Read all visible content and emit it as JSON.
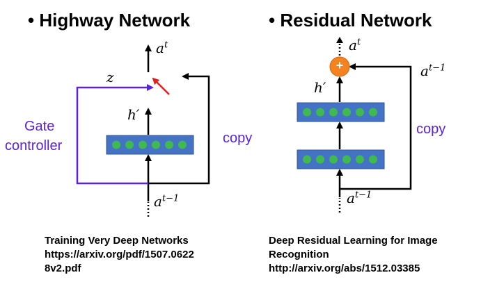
{
  "left": {
    "title": "• Highway Network",
    "z_label": "z",
    "h_label": "h′",
    "a_top": "a",
    "a_top_sup": "t",
    "a_bottom": "a",
    "a_bottom_sup": "t−1",
    "gate_label_1": "Gate",
    "gate_label_2": "controller",
    "copy_label": "copy",
    "ref_line1": "Training Very Deep Networks",
    "ref_line2": "https://arxiv.org/pdf/1507.0622",
    "ref_line3": "8v2.pdf"
  },
  "right": {
    "title": "• Residual Network",
    "h_label": "h′",
    "a_top": "a",
    "a_top_sup": "t",
    "a_right": "a",
    "a_right_sup": "t−1",
    "a_bottom": "a",
    "a_bottom_sup": "t−1",
    "plus_symbol": "+",
    "copy_label": "copy",
    "ref_line1": "Deep Residual Learning for Image",
    "ref_line2": "Recognition",
    "ref_line3": "http://arxiv.org/abs/1512.03385"
  },
  "colors": {
    "layer_fill": "#4472c4",
    "node_fill": "#3fb950",
    "gate_line": "#5b21e0",
    "switch": "#e02020",
    "plus_fill": "#f58220"
  }
}
